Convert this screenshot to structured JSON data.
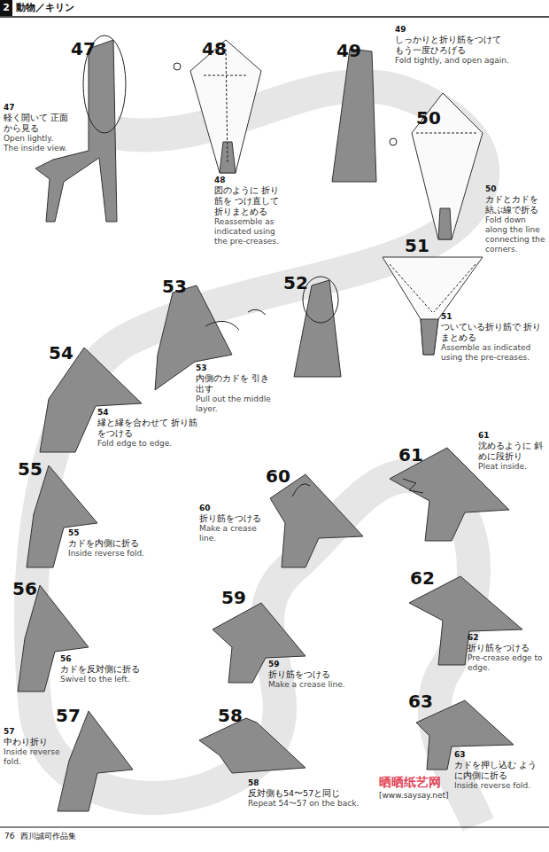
{
  "diagram": {
    "title": "動物／キリン",
    "labels": [
      "2",
      "47",
      "47",
      "軽く開いて 正面から見る",
      "Open lightly. The inside view.",
      "48",
      "48",
      "図のように 折り筋を つけ直して 折りまとめる",
      "Reassemble as indicated using the pre-creases.",
      "49",
      "49",
      "しっかりと折り筋をつけて もう一度ひろげる",
      "Fold tightly, and open again.",
      "50",
      "50",
      "カドとカドを 結ぶ線で折る",
      "Fold down along the line connecting the corners.",
      "51",
      "51",
      "ついている折り筋で 折りまとめる",
      "Assemble as indicated using the pre-creases.",
      "52",
      "53",
      "53",
      "内側のカドを 引き出す",
      "Pull out the middle layer.",
      "54",
      "54",
      "縁と縁を合わせて 折り筋をつける",
      "Fold edge to edge.",
      "55",
      "55",
      "カドを内側に折る",
      "Inside reverse fold.",
      "56",
      "56",
      "カドを反対側に折る",
      "Swivel to the left.",
      "57",
      "57",
      "中わり折り",
      "Inside reverse fold.",
      "58",
      "58",
      "反対側も54〜57と同じ",
      "Repeat 54〜57 on the back.",
      "59",
      "59",
      "折り筋をつける",
      "Make a crease line.",
      "60",
      "60",
      "折り筋をつける",
      "Make a crease line.",
      "61",
      "61",
      "沈めるように 斜めに段折り",
      "Pleat inside.",
      "62",
      "62",
      "折り筋をつける",
      "Pre-crease edge to edge.",
      "63",
      "63",
      "カドを押し込む ように内側に折る",
      "Inside reverse fold.",
      "76",
      "西川誠司作品集",
      "晒晒纸艺网",
      "[www.saysay.net]"
    ]
  }
}
